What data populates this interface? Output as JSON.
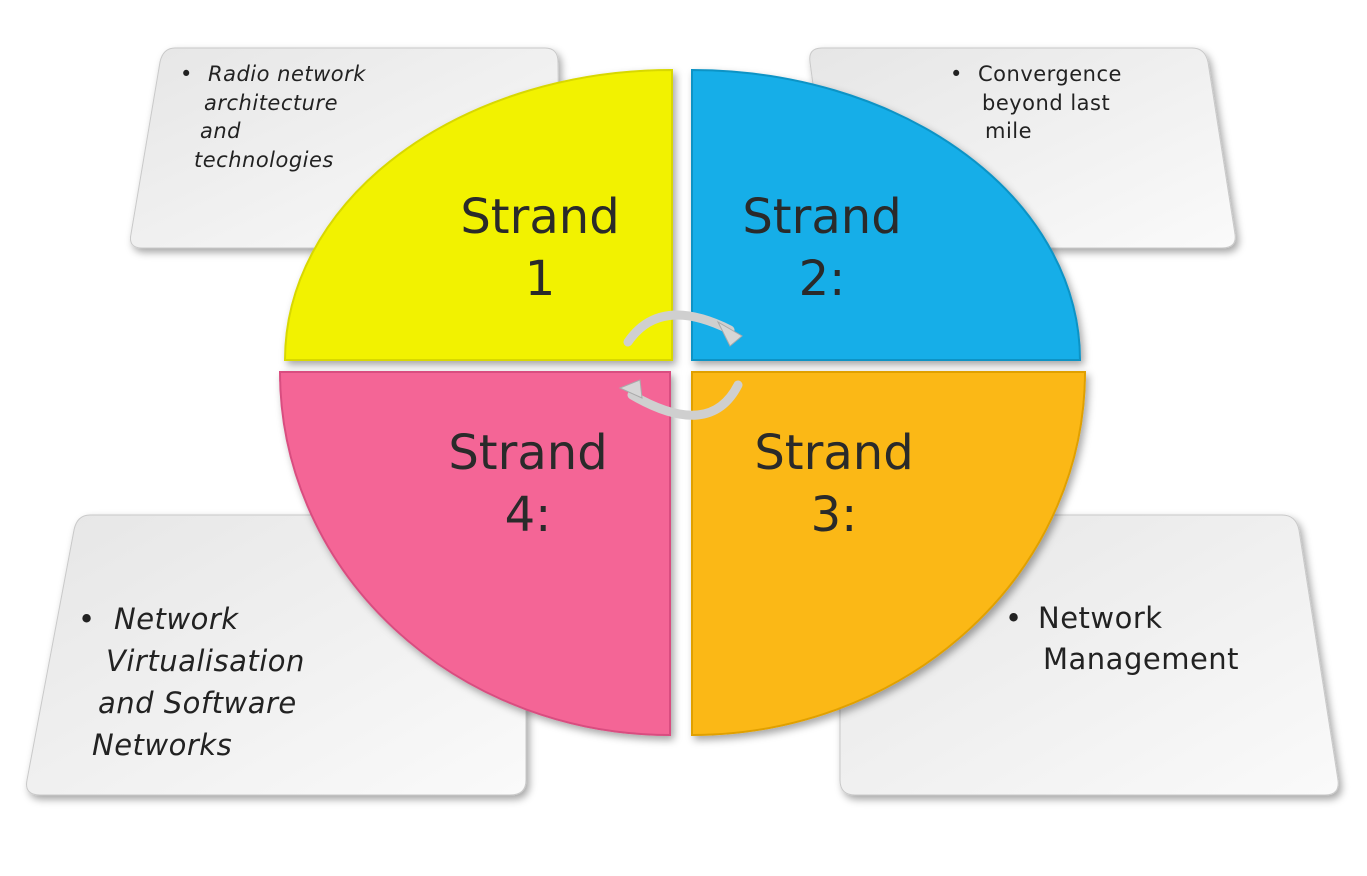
{
  "strands": [
    {
      "title": "Strand",
      "number": "1",
      "color": "#f2f200",
      "description": "Radio network architecture and technologies",
      "lines": [
        "Radio network",
        "architecture",
        "and",
        "technologies"
      ]
    },
    {
      "title": "Strand",
      "number": "2:",
      "color": "#12aee8",
      "description": "Convergence beyond last mile",
      "lines": [
        "Convergence",
        "beyond last",
        "mile"
      ]
    },
    {
      "title": "Strand",
      "number": "3:",
      "color": "#fbb814",
      "description": "Network Management",
      "lines": [
        "Network",
        "Management"
      ]
    },
    {
      "title": "Strand",
      "number": "4:",
      "color": "#f46596",
      "description": "Network Virtualisation and Software Networks",
      "lines": [
        "Network",
        "Virtualisation",
        "and Software",
        "Networks"
      ]
    }
  ],
  "bullet": "•"
}
